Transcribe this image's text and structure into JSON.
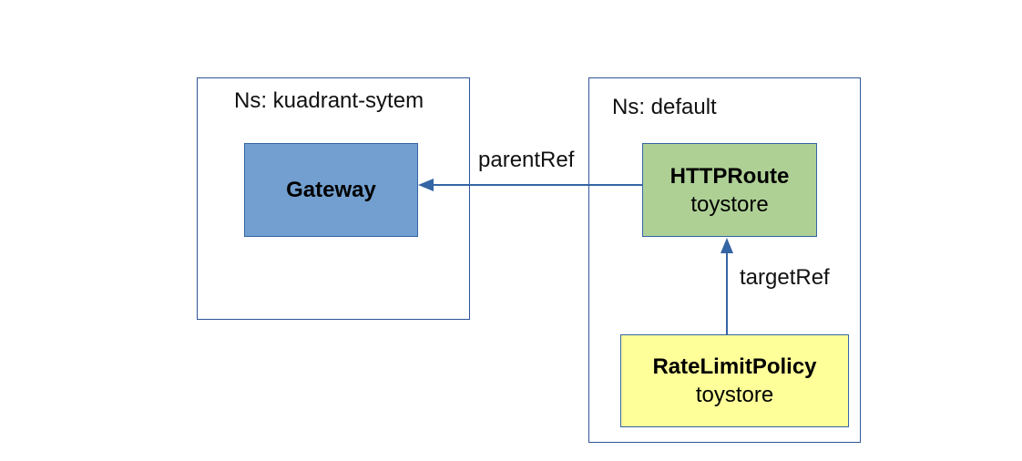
{
  "namespaces": [
    {
      "id": "kuadrant",
      "label": "Ns: kuadrant-sytem"
    },
    {
      "id": "default",
      "label": "Ns: default"
    }
  ],
  "nodes": {
    "gateway": {
      "title": "Gateway",
      "subtitle": "",
      "fill": "#729fcf",
      "border": "#3465a4"
    },
    "httproute": {
      "title": "HTTPRoute",
      "subtitle": "toystore",
      "fill": "#afd095",
      "border": "#3465a4"
    },
    "ratelimitpolicy": {
      "title": "RateLimitPolicy",
      "subtitle": "toystore",
      "fill": "#ffff99",
      "border": "#3465a4"
    }
  },
  "edges": [
    {
      "from": "httproute",
      "to": "gateway",
      "label": "parentRef"
    },
    {
      "from": "ratelimitpolicy",
      "to": "httproute",
      "label": "targetRef"
    }
  ],
  "colors": {
    "namespace_border": "#2f5597",
    "edge": "#3465a4"
  }
}
